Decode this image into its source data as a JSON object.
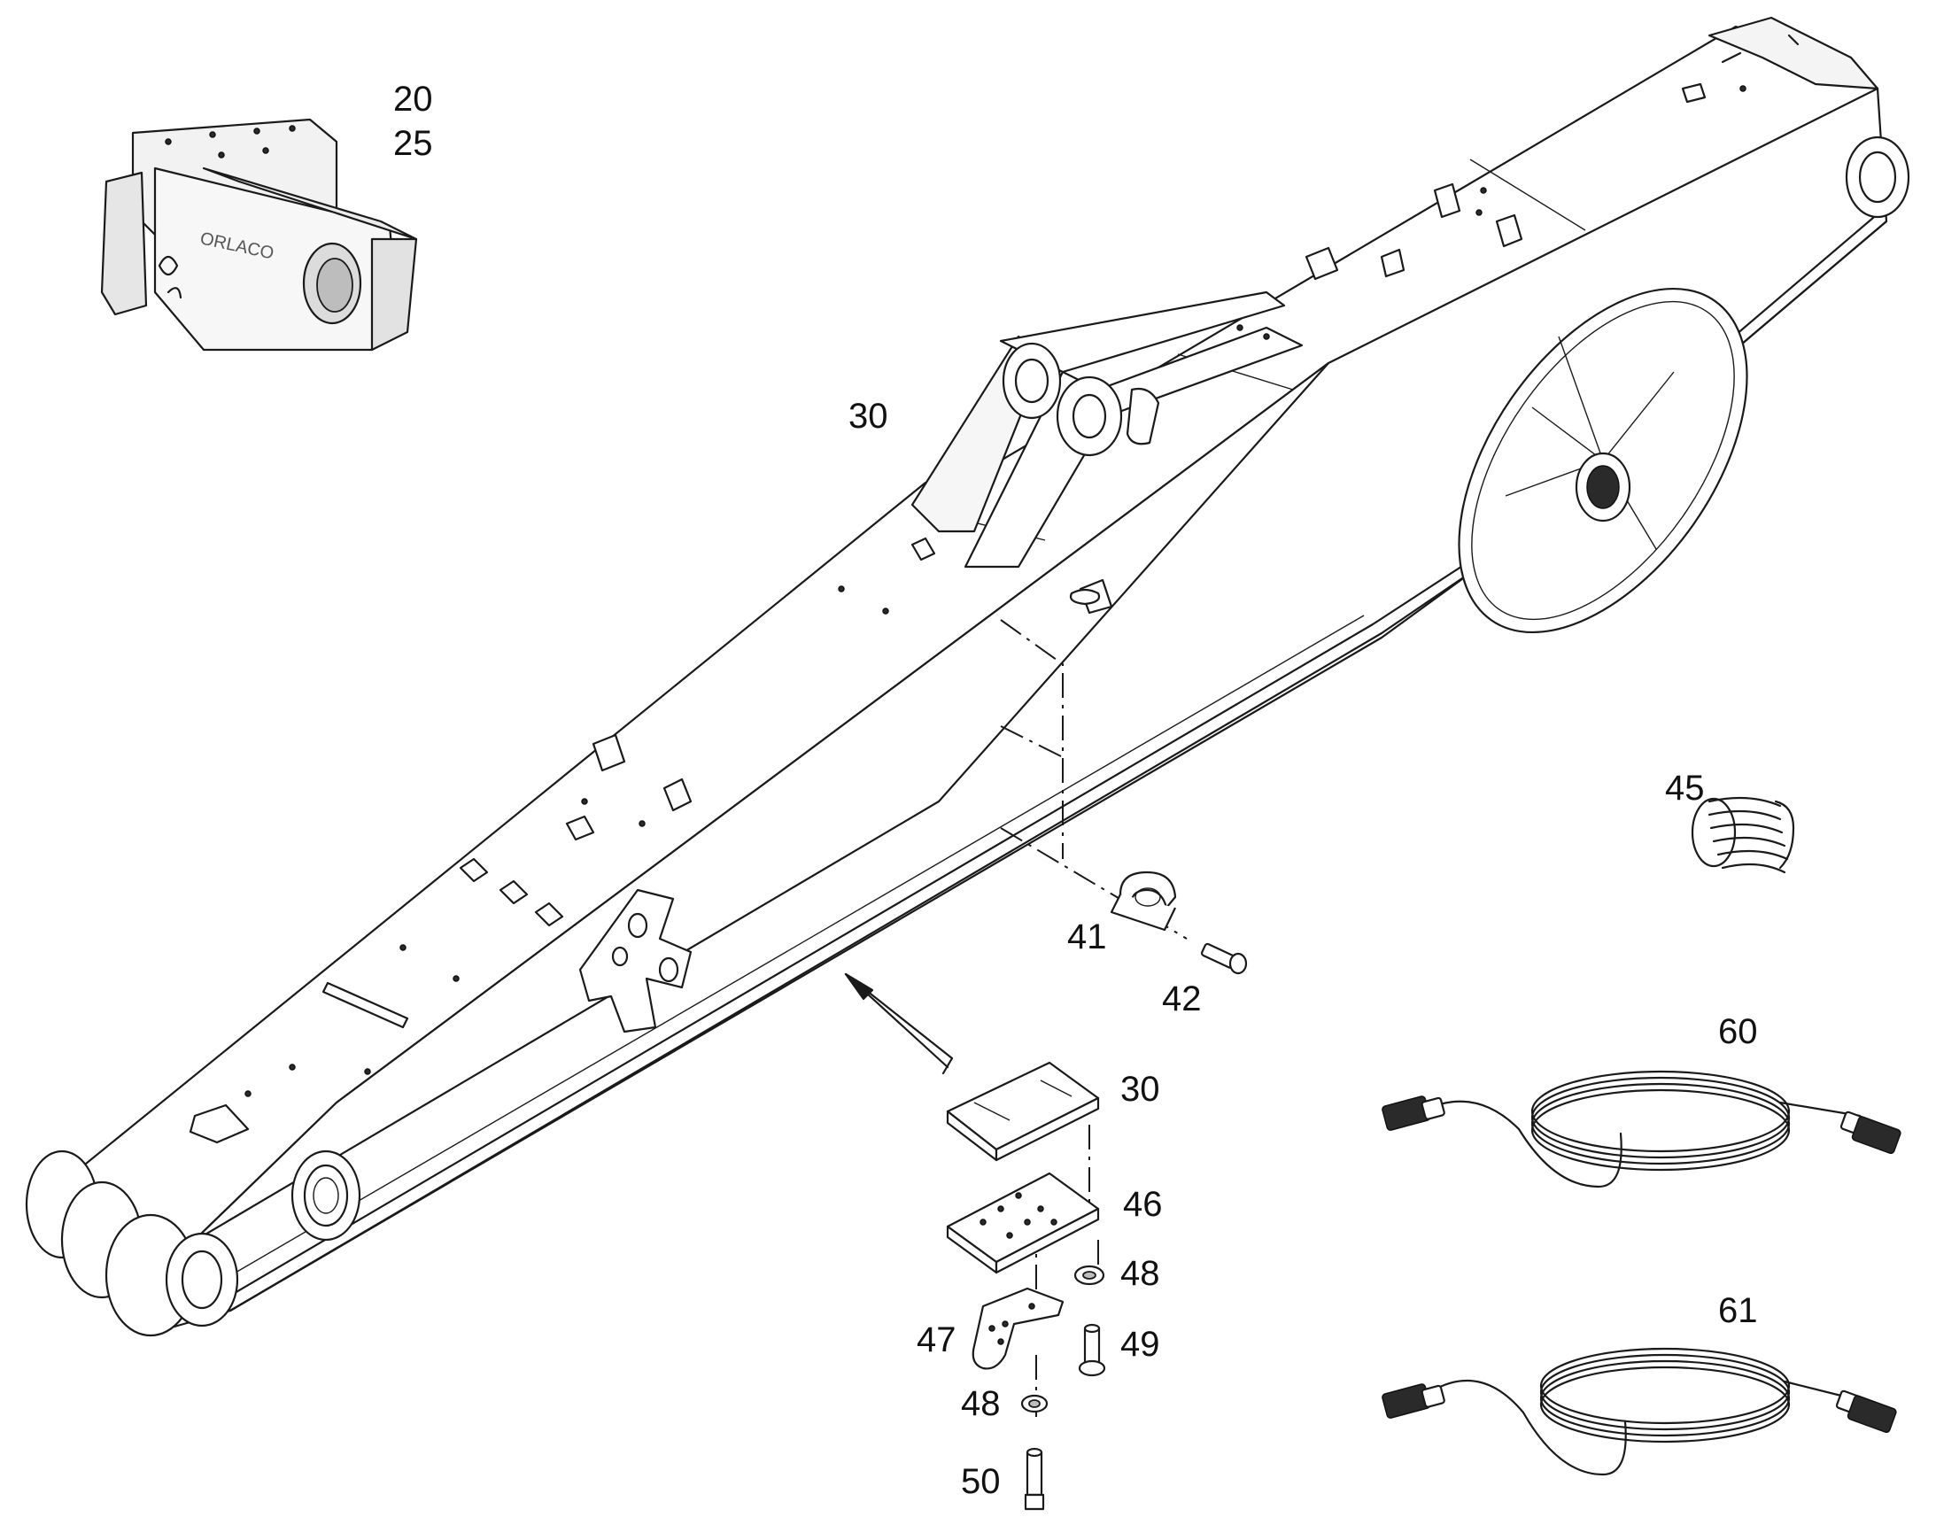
{
  "callouts": [
    {
      "id": "c20",
      "text": "20"
    },
    {
      "id": "c25",
      "text": "25"
    },
    {
      "id": "c30a",
      "text": "30"
    },
    {
      "id": "c30b",
      "text": "30"
    },
    {
      "id": "c41",
      "text": "41"
    },
    {
      "id": "c42",
      "text": "42"
    },
    {
      "id": "c45",
      "text": "45"
    },
    {
      "id": "c46",
      "text": "46"
    },
    {
      "id": "c47",
      "text": "47"
    },
    {
      "id": "c48a",
      "text": "48"
    },
    {
      "id": "c48b",
      "text": "48"
    },
    {
      "id": "c49",
      "text": "49"
    },
    {
      "id": "c50",
      "text": "50"
    },
    {
      "id": "c60",
      "text": "60"
    },
    {
      "id": "c61",
      "text": "61"
    }
  ],
  "camera_logo_text": "ORLACO"
}
